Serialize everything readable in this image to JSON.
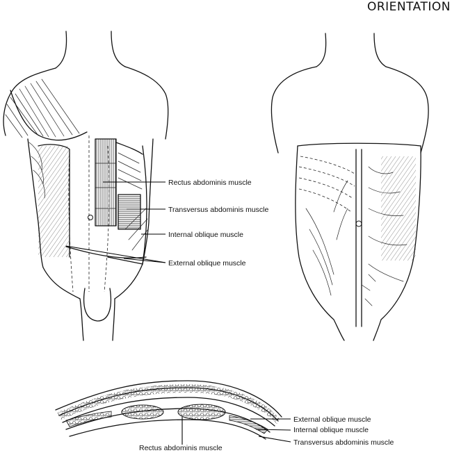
{
  "page": {
    "heading": "ORIENTATION"
  },
  "labels": {
    "rectus": "Rectus abdominis muscle",
    "transversus": "Transversus abdominis muscle",
    "internal": "Internal oblique muscle",
    "external": "External oblique muscle"
  },
  "cross_section_labels": {
    "external": "External oblique muscle",
    "internal": "Internal oblique muscle",
    "transversus": "Transversus abdominis muscle",
    "rectus": "Rectus abdominis muscle"
  }
}
